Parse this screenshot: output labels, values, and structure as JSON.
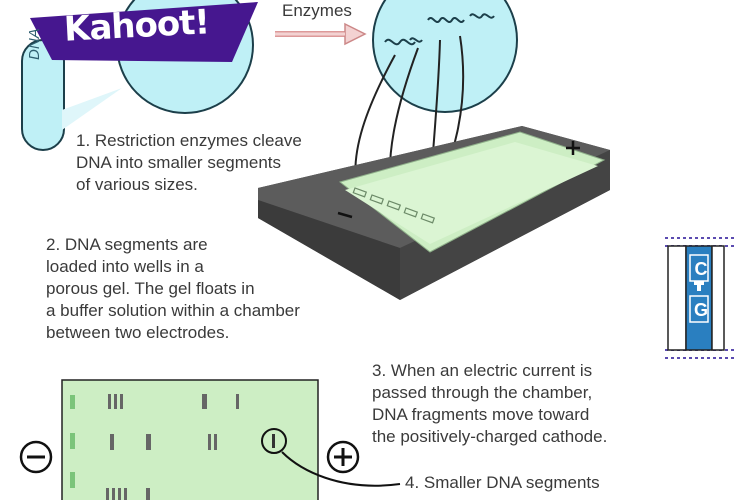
{
  "brand": {
    "logo_text": "Kahoot!"
  },
  "labels": {
    "dna": "DNA",
    "enzymes": "Enzymes"
  },
  "steps": {
    "step1": [
      "1. Restriction enzymes cleave",
      "DNA into smaller segments",
      "of various sizes."
    ],
    "step2": [
      "2. DNA segments are",
      "loaded into wells in a",
      "porous gel.  The gel floats in",
      "a buffer solution within a chamber",
      "between two electrodes."
    ],
    "step3": [
      "3. When an electric current is",
      "passed through the chamber,",
      "DNA fragments move toward",
      "the positively-charged cathode."
    ],
    "step4": [
      "4. Smaller DNA segments"
    ]
  },
  "base_pair": {
    "top": "C",
    "bottom": "G"
  },
  "electrodes": {
    "chamber_negative": "−",
    "chamber_positive": "+"
  },
  "colors": {
    "kahoot_purple": "#46178f",
    "cell_fill": "#bff0f6",
    "cell_stroke": "#1c3f4a",
    "gel": "#cdeec4",
    "chamber": "#4a4a4a",
    "base_pair_blue": "#2a7fc0"
  }
}
